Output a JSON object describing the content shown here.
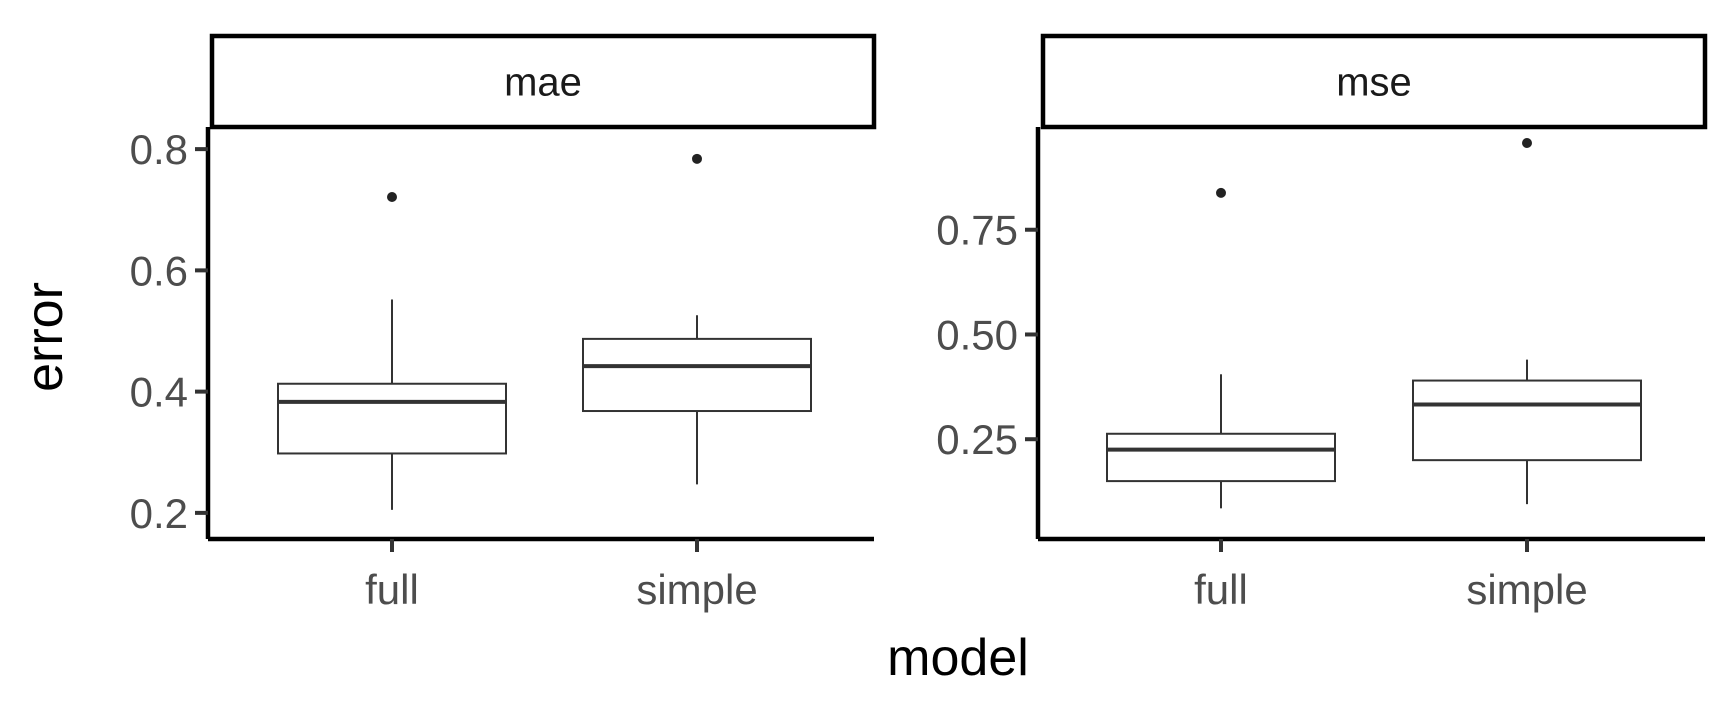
{
  "chart_data": {
    "type": "boxplot",
    "xlabel": "model",
    "ylabel": "error",
    "categories": [
      "full",
      "simple"
    ],
    "panels": [
      {
        "strip": "mae",
        "ylim": [
          0.18,
          0.82
        ],
        "yticks": [
          0.2,
          0.4,
          0.6,
          0.8
        ],
        "tick_labels": [
          "0.2",
          "0.4",
          "0.6",
          "0.8"
        ],
        "boxes": [
          {
            "category": "full",
            "whisker_low": 0.205,
            "q1": 0.298,
            "median": 0.383,
            "q3": 0.413,
            "whisker_high": 0.552,
            "outliers": [
              0.721
            ]
          },
          {
            "category": "simple",
            "whisker_low": 0.247,
            "q1": 0.368,
            "median": 0.442,
            "q3": 0.487,
            "whisker_high": 0.526,
            "outliers": [
              0.784
            ]
          }
        ]
      },
      {
        "strip": "mse",
        "ylim": [
          0.05,
          1.0
        ],
        "yticks": [
          0.25,
          0.5,
          0.75
        ],
        "tick_labels": [
          "0.25",
          "0.50",
          "0.75"
        ],
        "boxes": [
          {
            "category": "full",
            "whisker_low": 0.085,
            "q1": 0.15,
            "median": 0.225,
            "q3": 0.263,
            "whisker_high": 0.405,
            "outliers": [
              0.838
            ]
          },
          {
            "category": "simple",
            "whisker_low": 0.095,
            "q1": 0.2,
            "median": 0.333,
            "q3": 0.39,
            "whisker_high": 0.44,
            "outliers": [
              0.957
            ]
          }
        ]
      }
    ]
  }
}
